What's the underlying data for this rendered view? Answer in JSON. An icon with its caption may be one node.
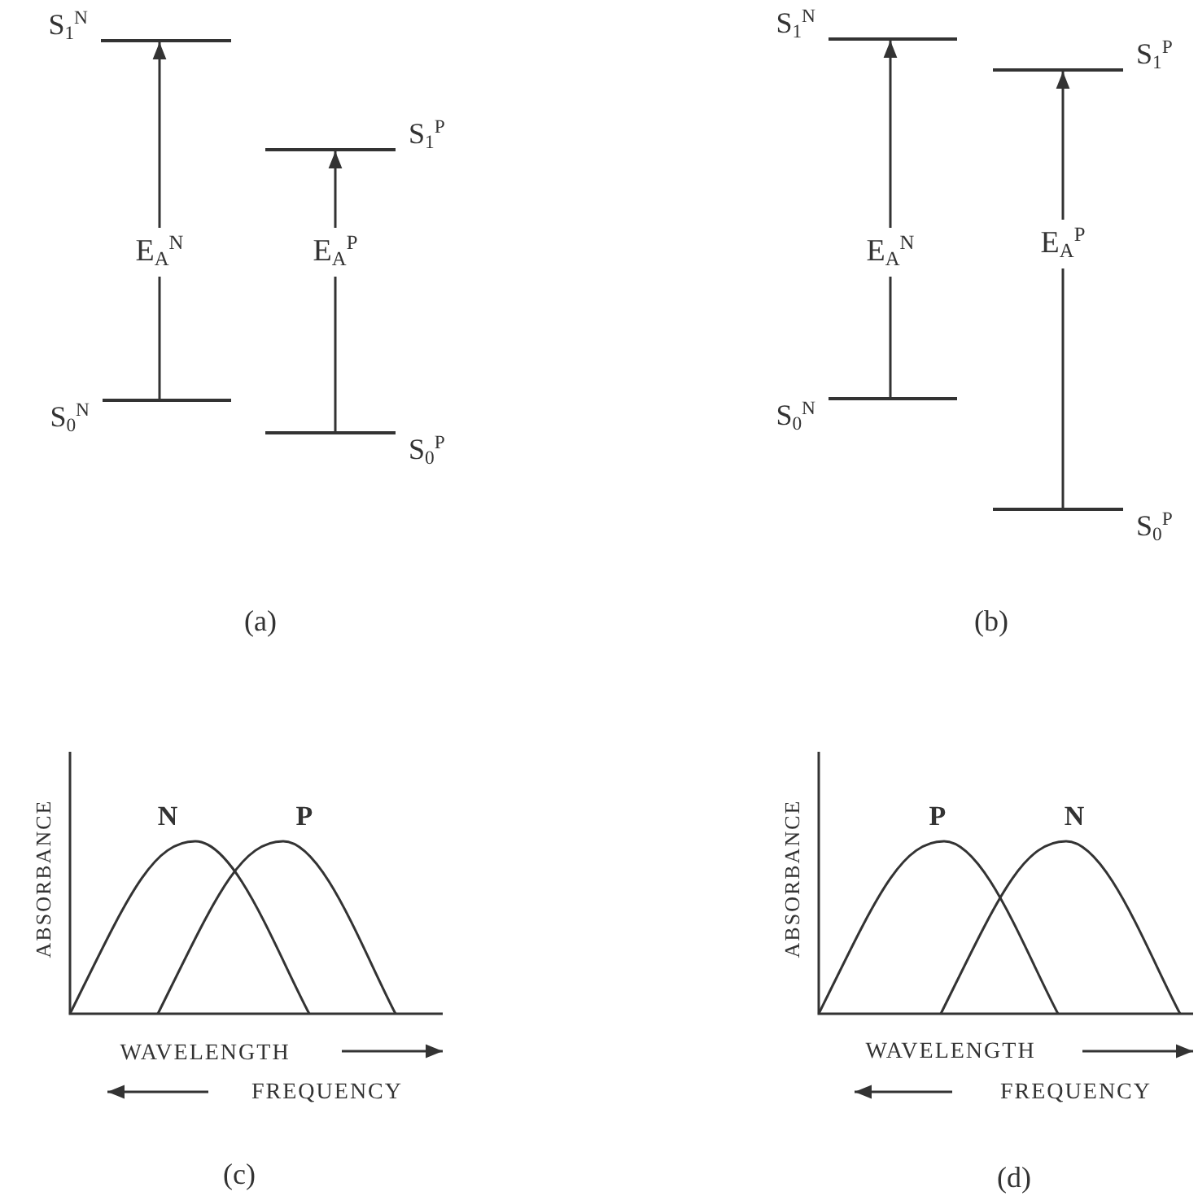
{
  "diagram": {
    "nodes": [
      {
        "text": [
          "S$_{1}$$^{N}$"
        ]
      },
      {
        "text": [
          "S$_{1}$$^{P}$"
        ]
      },
      {
        "text": [
          "S$_{0}$$^{N}$"
        ]
      },
      {
        "text": [
          "S$_{0}$$^{P}$"
        ]
      },
      {
        "text": [
          "S$_{1}$$^{N}$"
        ]
      },
      {
        "text": [
          "S$_{1}$$^{P}$"
        ]
      },
      {
        "text": [
          "S$_{0}$$^{N}$"
        ]
      },
      {
        "text": [
          "S$_{0}$$^{P}$"
        ]
      }
    ],
    "edges": [
      {
        "from": 2,
        "to": 0,
        "arrow": "to",
        "label": "E$_{A}$$^{N}$"
      },
      {
        "from": 3,
        "to": 1,
        "arrow": "to",
        "label": "E$_{A}$$^{P}$"
      },
      {
        "from": 6,
        "to": 4,
        "arrow": "to",
        "label": "E$_{A}$$^{N}$"
      },
      {
        "from": 7,
        "to": 5,
        "arrow": "to",
        "label": "E$_{A}$$^{P}$"
      }
    ],
    "labels": [
      "(a)",
      "(b)",
      "ABSORBANCE",
      "N",
      "P",
      "ABSORBANCE",
      "P",
      "N",
      "WAVELENGTH",
      "FREQUENCY",
      "WAVELENGTH",
      "FREQUENCY",
      "(c)",
      "(d)"
    ]
  }
}
